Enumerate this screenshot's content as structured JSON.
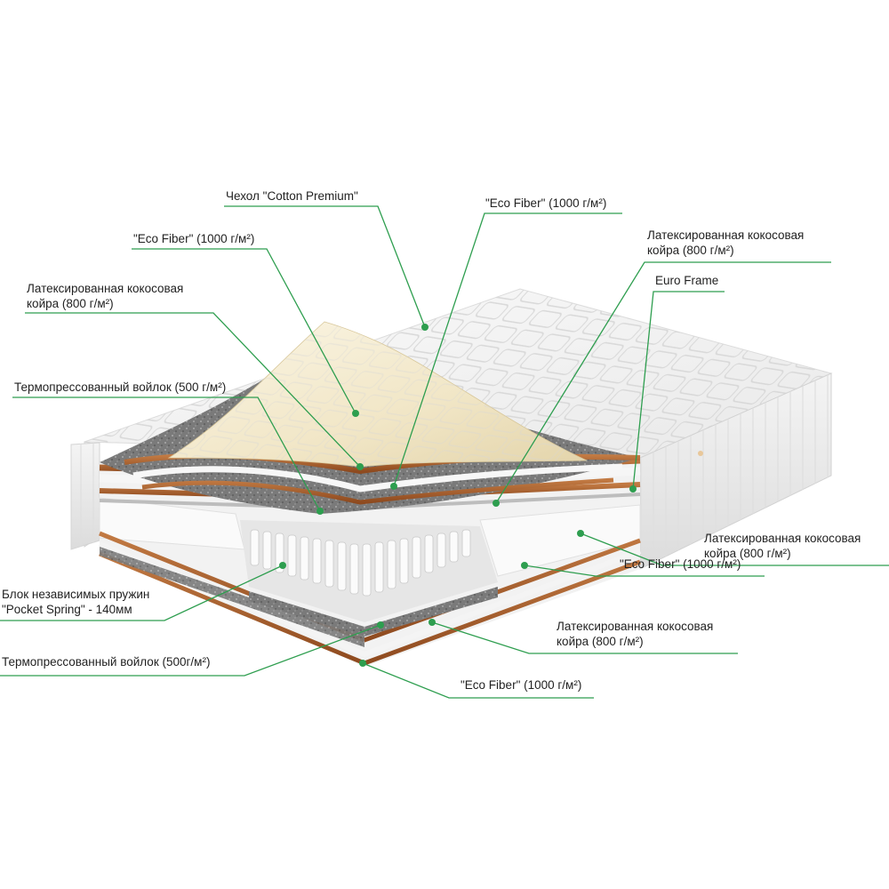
{
  "labels": {
    "cover": "Чехол \"Cotton Premium\"",
    "eco_fiber_top_left": "\"Eco Fiber\" (1000 г/м²)",
    "eco_fiber_top_right": "\"Eco Fiber\" (1000 г/м²)",
    "coir_top_left": "Латексированная кокосовая койра (800 г/м²)",
    "coir_top_left_l1": "Латексированная кокосовая",
    "coir_top_left_l2": "койра (800 г/м²)",
    "coir_top_right": "Латексированная кокосовая койра (800 г/м²)",
    "coir_top_right_l1": "Латексированная кокосовая",
    "coir_top_right_l2": "койра (800 г/м²)",
    "euro_frame": "Euro Frame",
    "felt_top": "Термопрессованный войлок (500 г/м²)",
    "coir_mid_right": "Латексированная кокосовая койра (800 г/м²)",
    "coir_mid_right_l1": "Латексированная кокосовая",
    "coir_mid_right_l2": "койра (800 г/м²)",
    "eco_fiber_mid_right": "\"Eco Fiber\" (1000 г/м²)",
    "springs": "Блок независимых пружин \"Pocket Spring\" - 140мм",
    "springs_l1": "Блок независимых пружин",
    "springs_l2": "\"Pocket Spring\" - 140мм",
    "coir_bottom_right": "Латексированная кокосовая койра (800 г/м²)",
    "coir_bottom_right_l1": "Латексированная кокосовая",
    "coir_bottom_right_l2": "койра (800 г/м²)",
    "felt_bottom": "Термопрессованный войлок (500г/м²)",
    "eco_fiber_bottom": "\"Eco Fiber\" (1000 г/м²)"
  },
  "colors": {
    "leader": "#2e9e4f",
    "coir": "#b0602c",
    "felt": "#6e6e6e",
    "cover": "#f3f3f3",
    "foam": "#f7f7f7",
    "latex_cream": "#f5edd4"
  }
}
